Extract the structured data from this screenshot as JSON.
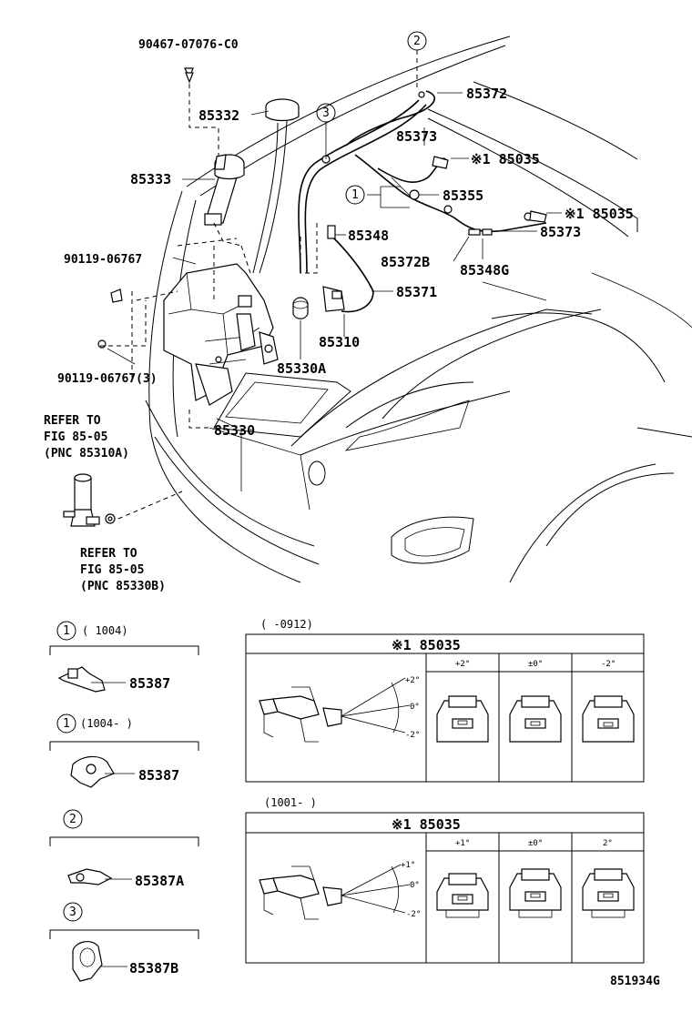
{
  "diagram_id": "851934G",
  "callouts": {
    "p9046707076": "90467-07076-C0",
    "p85332": "85332",
    "p85333": "85333",
    "p85372": "85372",
    "p85373a": "85373",
    "p85035a": "※1 85035",
    "p85355": "85355",
    "p85035b": "※1 85035",
    "p85348": "85348",
    "p85373b": "85373",
    "p85372b": "85372B",
    "p85348g": "85348G",
    "p85371": "85371",
    "p85310": "85310",
    "p9011906767": "90119-06767",
    "p9011906767_3": "90119-06767(3)",
    "p85330a": "85330A",
    "p85330": "85330"
  },
  "refer_notes": {
    "ref1": [
      "REFER TO",
      "FIG 85-05",
      "(PNC 85310A)"
    ],
    "ref2": [
      "REFER TO",
      "FIG 85-05",
      "(PNC 85330B)"
    ]
  },
  "circle_labels": {
    "c2": "2",
    "c3": "3",
    "c1": "1"
  },
  "legend": [
    {
      "circle": "1",
      "range": "(      1004)",
      "part": "85387"
    },
    {
      "circle": "1",
      "range": "(1004-     )",
      "part": "85387"
    },
    {
      "circle": "2",
      "range": "",
      "part": "85387A"
    },
    {
      "circle": "3",
      "range": "",
      "part": "85387B"
    }
  ],
  "tables": [
    {
      "range": "(      -0912)",
      "title": "※1 85035",
      "columns": [
        "+2°",
        "±0°",
        "-2°"
      ],
      "angles": [
        "+2°",
        "0°",
        "-2°"
      ]
    },
    {
      "range": "(1001-      )",
      "title": "※1 85035",
      "columns": [
        "+1°",
        "±0°",
        "2°"
      ],
      "angles": [
        "+1°",
        "0°",
        "-2°"
      ]
    }
  ]
}
